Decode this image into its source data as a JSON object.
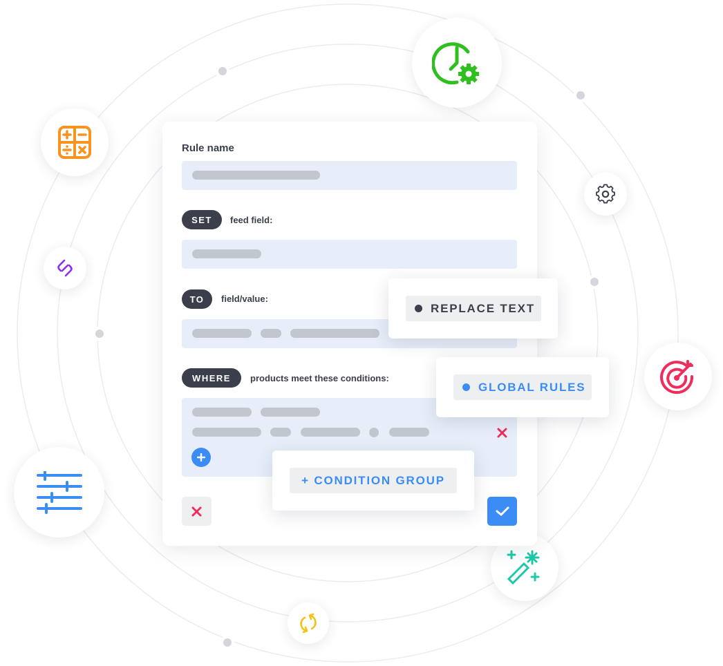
{
  "colors": {
    "dark": "#3a3f4b",
    "field_bg": "#e7eef9",
    "placeholder_bar": "#c2c6cd",
    "blue": "#3b8cf5",
    "red": "#ee2d5c",
    "green": "#2fbf1e",
    "orange": "#f7931e",
    "purple": "#8b2ff0",
    "teal": "#1fc9a8",
    "yellow": "#f2c316"
  },
  "form": {
    "rule_name_label": "Rule name",
    "set_pill": "SET",
    "set_label": "feed field:",
    "to_pill": "TO",
    "to_label": "field/value:",
    "where_pill": "WHERE",
    "where_label": "products meet these conditions:"
  },
  "popups": {
    "replace_text": "REPLACE TEXT",
    "global_rules": "GLOBAL RULES",
    "condition_group": "+ CONDITION GROUP"
  },
  "icons": [
    "clock-gear-icon",
    "calculator-icon",
    "gear-icon",
    "link-icon",
    "target-icon",
    "sliders-icon",
    "magic-wand-icon",
    "refresh-icon"
  ]
}
